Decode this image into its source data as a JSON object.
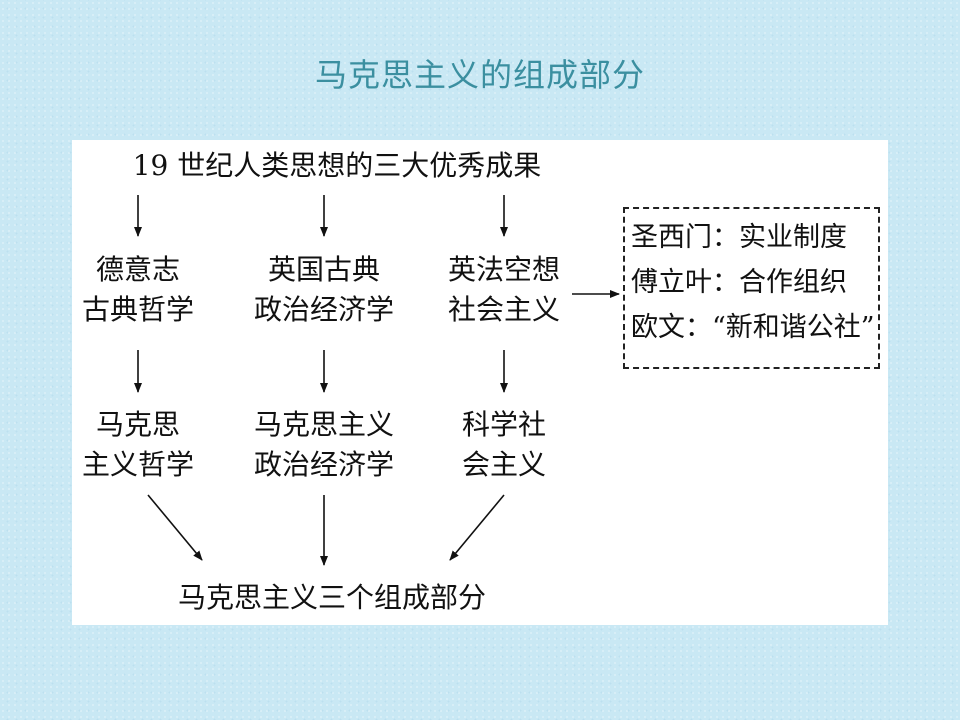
{
  "title": "马克思主义的组成部分",
  "diagram": {
    "top": "19 世纪人类思想的三大优秀成果",
    "sources": [
      {
        "line1": "德意志",
        "line2": "古典哲学"
      },
      {
        "line1": "英国古典",
        "line2": "政治经济学"
      },
      {
        "line1": "英法空想",
        "line2": "社会主义"
      }
    ],
    "parts": [
      {
        "line1": "马克思",
        "line2": "主义哲学"
      },
      {
        "line1": "马克思主义",
        "line2": "政治经济学"
      },
      {
        "line1": "科学社",
        "line2": "会主义"
      }
    ],
    "bottom": "马克思主义三个组成部分",
    "utopian": [
      "圣西门：实业制度",
      "傅立叶：合作组织",
      "欧文：“新和谐公社”"
    ]
  }
}
